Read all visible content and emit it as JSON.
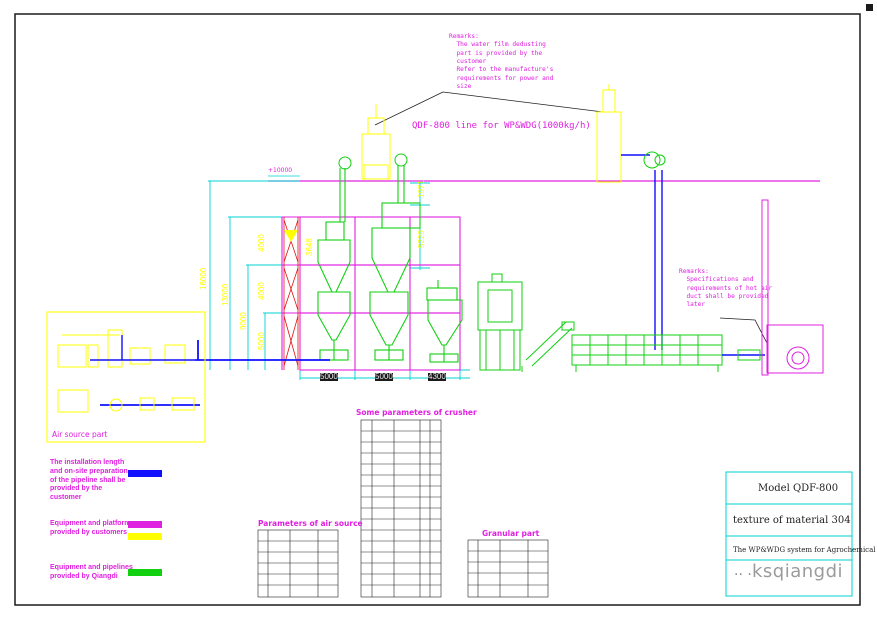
{
  "remarks_top": "Remarks:\n  The water film dedusting\n  part is provided by the\n  customer\n  Refer to the manufacture's\n  requirements for power and\n  size",
  "line_title": "QDF-800 line for WP&WDG(1000kg/h)",
  "elevation_top": "+10000",
  "remarks_right": "Remarks:\n  Specifications and\n  requirements of hot air\n  duct shall be provided\n  later",
  "dimensions": {
    "h_16000": "16000",
    "h_13000": "13000",
    "h_9000": "9000",
    "h_5000": "5000",
    "h_4000a": "4000",
    "h_4000b": "4000",
    "h_3648": "3648",
    "h_5229": "5229",
    "h_1971": "1971",
    "w_5000a": "5000",
    "w_5000b": "5000",
    "w_4300": "4300"
  },
  "air_source_label": "Air source part",
  "legend": {
    "blue_text": "The installation length\nand on-site preparation\nof the pipeline shall be\nprovided by the\ncustomer",
    "magenta_yellow_text": "Equipment and platform\nprovided by customers",
    "green_text": "Equipment and pipelines\nprovided by Qiangdi"
  },
  "crusher_table_title": "Some parameters of crusher",
  "air_table_title": "Parameters of air source",
  "granular_table_title": "Granular part",
  "title_block": {
    "model": "Model QDF-800",
    "texture": "texture of material 304",
    "system": "The WP&WDG system for Agrochemical"
  },
  "watermark": "ksqiangdi",
  "watermark_prefix": "·· ·",
  "colors": {
    "background": "#ffffff",
    "frame": "#1a1a1a",
    "magenta": "#e020e0",
    "cyan": "#00d0d0",
    "green": "#10d010",
    "yellow": "#ffff00",
    "blue": "#1010ff",
    "red": "#e01010"
  }
}
